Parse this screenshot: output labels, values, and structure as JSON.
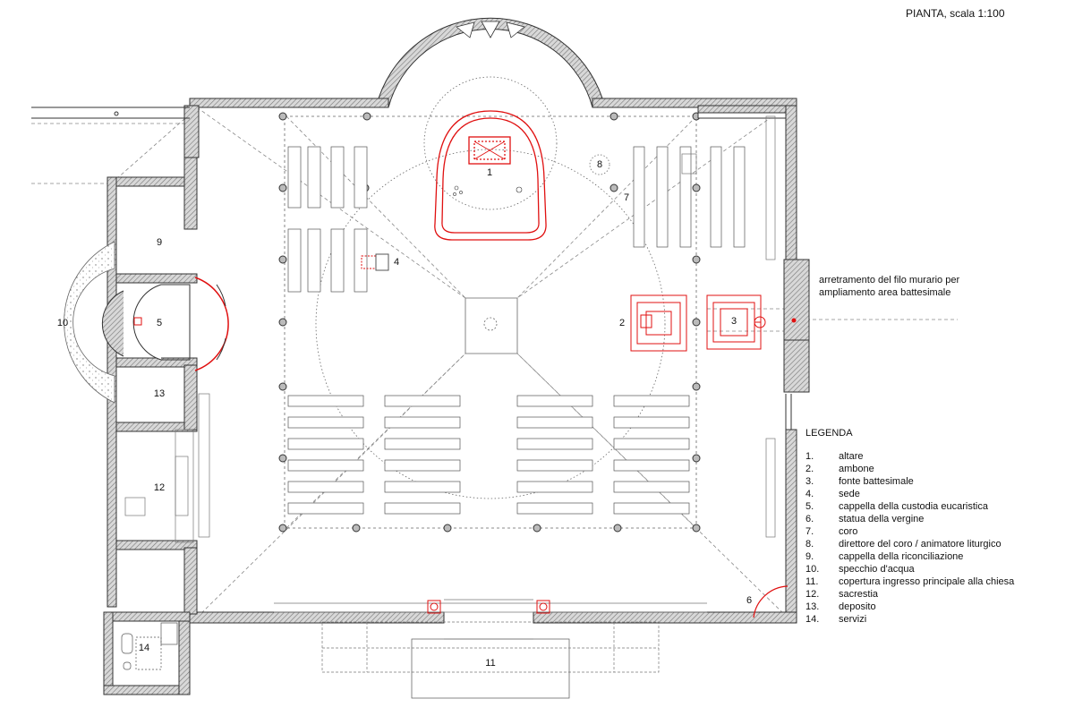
{
  "title": "PIANTA, scala 1:100",
  "note": [
    "arretramento del filo murario per",
    "ampliamento area battesimale"
  ],
  "legend": {
    "title": "LEGENDA",
    "items": [
      {
        "num": "1.",
        "text": "altare"
      },
      {
        "num": "2.",
        "text": "ambone"
      },
      {
        "num": "3.",
        "text": "fonte battesimale"
      },
      {
        "num": "4.",
        "text": "sede"
      },
      {
        "num": "5.",
        "text": "cappella della custodia eucaristica"
      },
      {
        "num": "6.",
        "text": "statua della vergine"
      },
      {
        "num": "7.",
        "text": "coro"
      },
      {
        "num": "8.",
        "text": "direttore del coro / animatore liturgico"
      },
      {
        "num": "9.",
        "text": "cappella della riconciliazione"
      },
      {
        "num": "10.",
        "text": "specchio d'acqua"
      },
      {
        "num": "11.",
        "text": "copertura ingresso principale alla chiesa"
      },
      {
        "num": "12.",
        "text": "sacrestia"
      },
      {
        "num": "13.",
        "text": "deposito"
      },
      {
        "num": "14.",
        "text": "servizi"
      }
    ]
  },
  "plan_labels": [
    "1",
    "2",
    "3",
    "4",
    "5",
    "6",
    "7",
    "8",
    "9",
    "10",
    "11",
    "12",
    "13",
    "14"
  ],
  "colors": {
    "wall": "#555555",
    "liturgical": "#e01010",
    "line": "#888888"
  }
}
